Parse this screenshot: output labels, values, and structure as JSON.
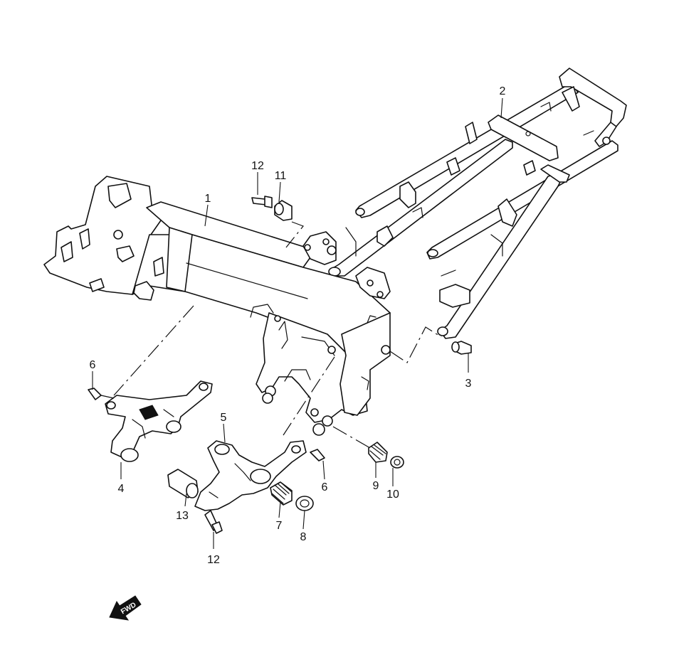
{
  "diagram": {
    "callouts": [
      {
        "id": "c1",
        "label": "1"
      },
      {
        "id": "c2",
        "label": "2"
      },
      {
        "id": "c3",
        "label": "3"
      },
      {
        "id": "c4",
        "label": "4"
      },
      {
        "id": "c5",
        "label": "5"
      },
      {
        "id": "c6a",
        "label": "6"
      },
      {
        "id": "c6b",
        "label": "6"
      },
      {
        "id": "c7",
        "label": "7"
      },
      {
        "id": "c8",
        "label": "8"
      },
      {
        "id": "c9",
        "label": "9"
      },
      {
        "id": "c10",
        "label": "10"
      },
      {
        "id": "c11",
        "label": "11"
      },
      {
        "id": "c12a",
        "label": "12"
      },
      {
        "id": "c12b",
        "label": "12"
      },
      {
        "id": "c13",
        "label": "13"
      }
    ],
    "fwd_label": "FWD"
  }
}
